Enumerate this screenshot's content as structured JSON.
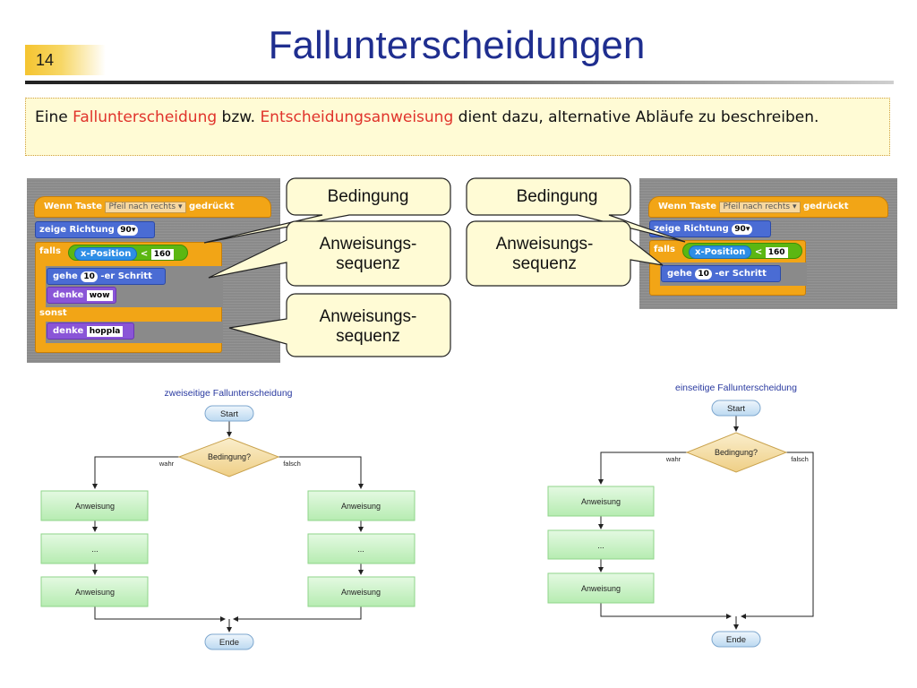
{
  "slide": {
    "number": "14",
    "title": "Fallunterscheidungen"
  },
  "intro": {
    "part1": "Eine ",
    "term1": "Fallunterscheidung",
    "part2": " bzw. ",
    "term2": "Entscheidungsanweisung",
    "part3": " dient dazu, alternative Abläufe zu beschreiben."
  },
  "colors": {
    "highlight": "#e0332b",
    "title": "#1f2e8f",
    "flow_box": "#c9f2c6",
    "decision": "#f3dba0",
    "terminal": "#d2e7f7"
  },
  "scratch_left": {
    "hat_label": "Wenn Taste",
    "key_option": "Pfeil nach rechts",
    "hat_suffix": "gedrückt",
    "direction_label": "zeige Richtung",
    "direction_value": "90",
    "if_label": "falls",
    "sensor_label": "x-Position",
    "operator": "<",
    "compare_value": "160",
    "move_label": "gehe",
    "move_value": "10",
    "move_suffix": "-er Schritt",
    "think1_label": "denke",
    "think1_value": "wow",
    "else_label": "sonst",
    "think2_label": "denke",
    "think2_value": "hoppla"
  },
  "scratch_right": {
    "hat_label": "Wenn Taste",
    "key_option": "Pfeil nach rechts",
    "hat_suffix": "gedrückt",
    "direction_label": "zeige Richtung",
    "direction_value": "90",
    "if_label": "falls",
    "sensor_label": "x-Position",
    "operator": "<",
    "compare_value": "160",
    "move_label": "gehe",
    "move_value": "10",
    "move_suffix": "-er Schritt"
  },
  "callouts": {
    "left_condition": "Bedingung",
    "left_seq1": "Anweisungs-\nsequenz",
    "left_seq2": "Anweisungs-\nsequenz",
    "right_condition": "Bedingung",
    "right_seq": "Anweisungs-\nsequenz"
  },
  "flow_left": {
    "caption": "zweiseitige Fallunterscheidung",
    "start": "Start",
    "decision": "Bedingung?",
    "yes": "wahr",
    "no": "falsch",
    "true_branch": [
      "Anweisung",
      "...",
      "Anweisung"
    ],
    "false_branch": [
      "Anweisung",
      "...",
      "Anweisung"
    ],
    "end": "Ende"
  },
  "flow_right": {
    "caption": "einseitige Fallunterscheidung",
    "start": "Start",
    "decision": "Bedingung?",
    "yes": "wahr",
    "no": "falsch",
    "true_branch": [
      "Anweisung",
      "...",
      "Anweisung"
    ],
    "end": "Ende"
  }
}
